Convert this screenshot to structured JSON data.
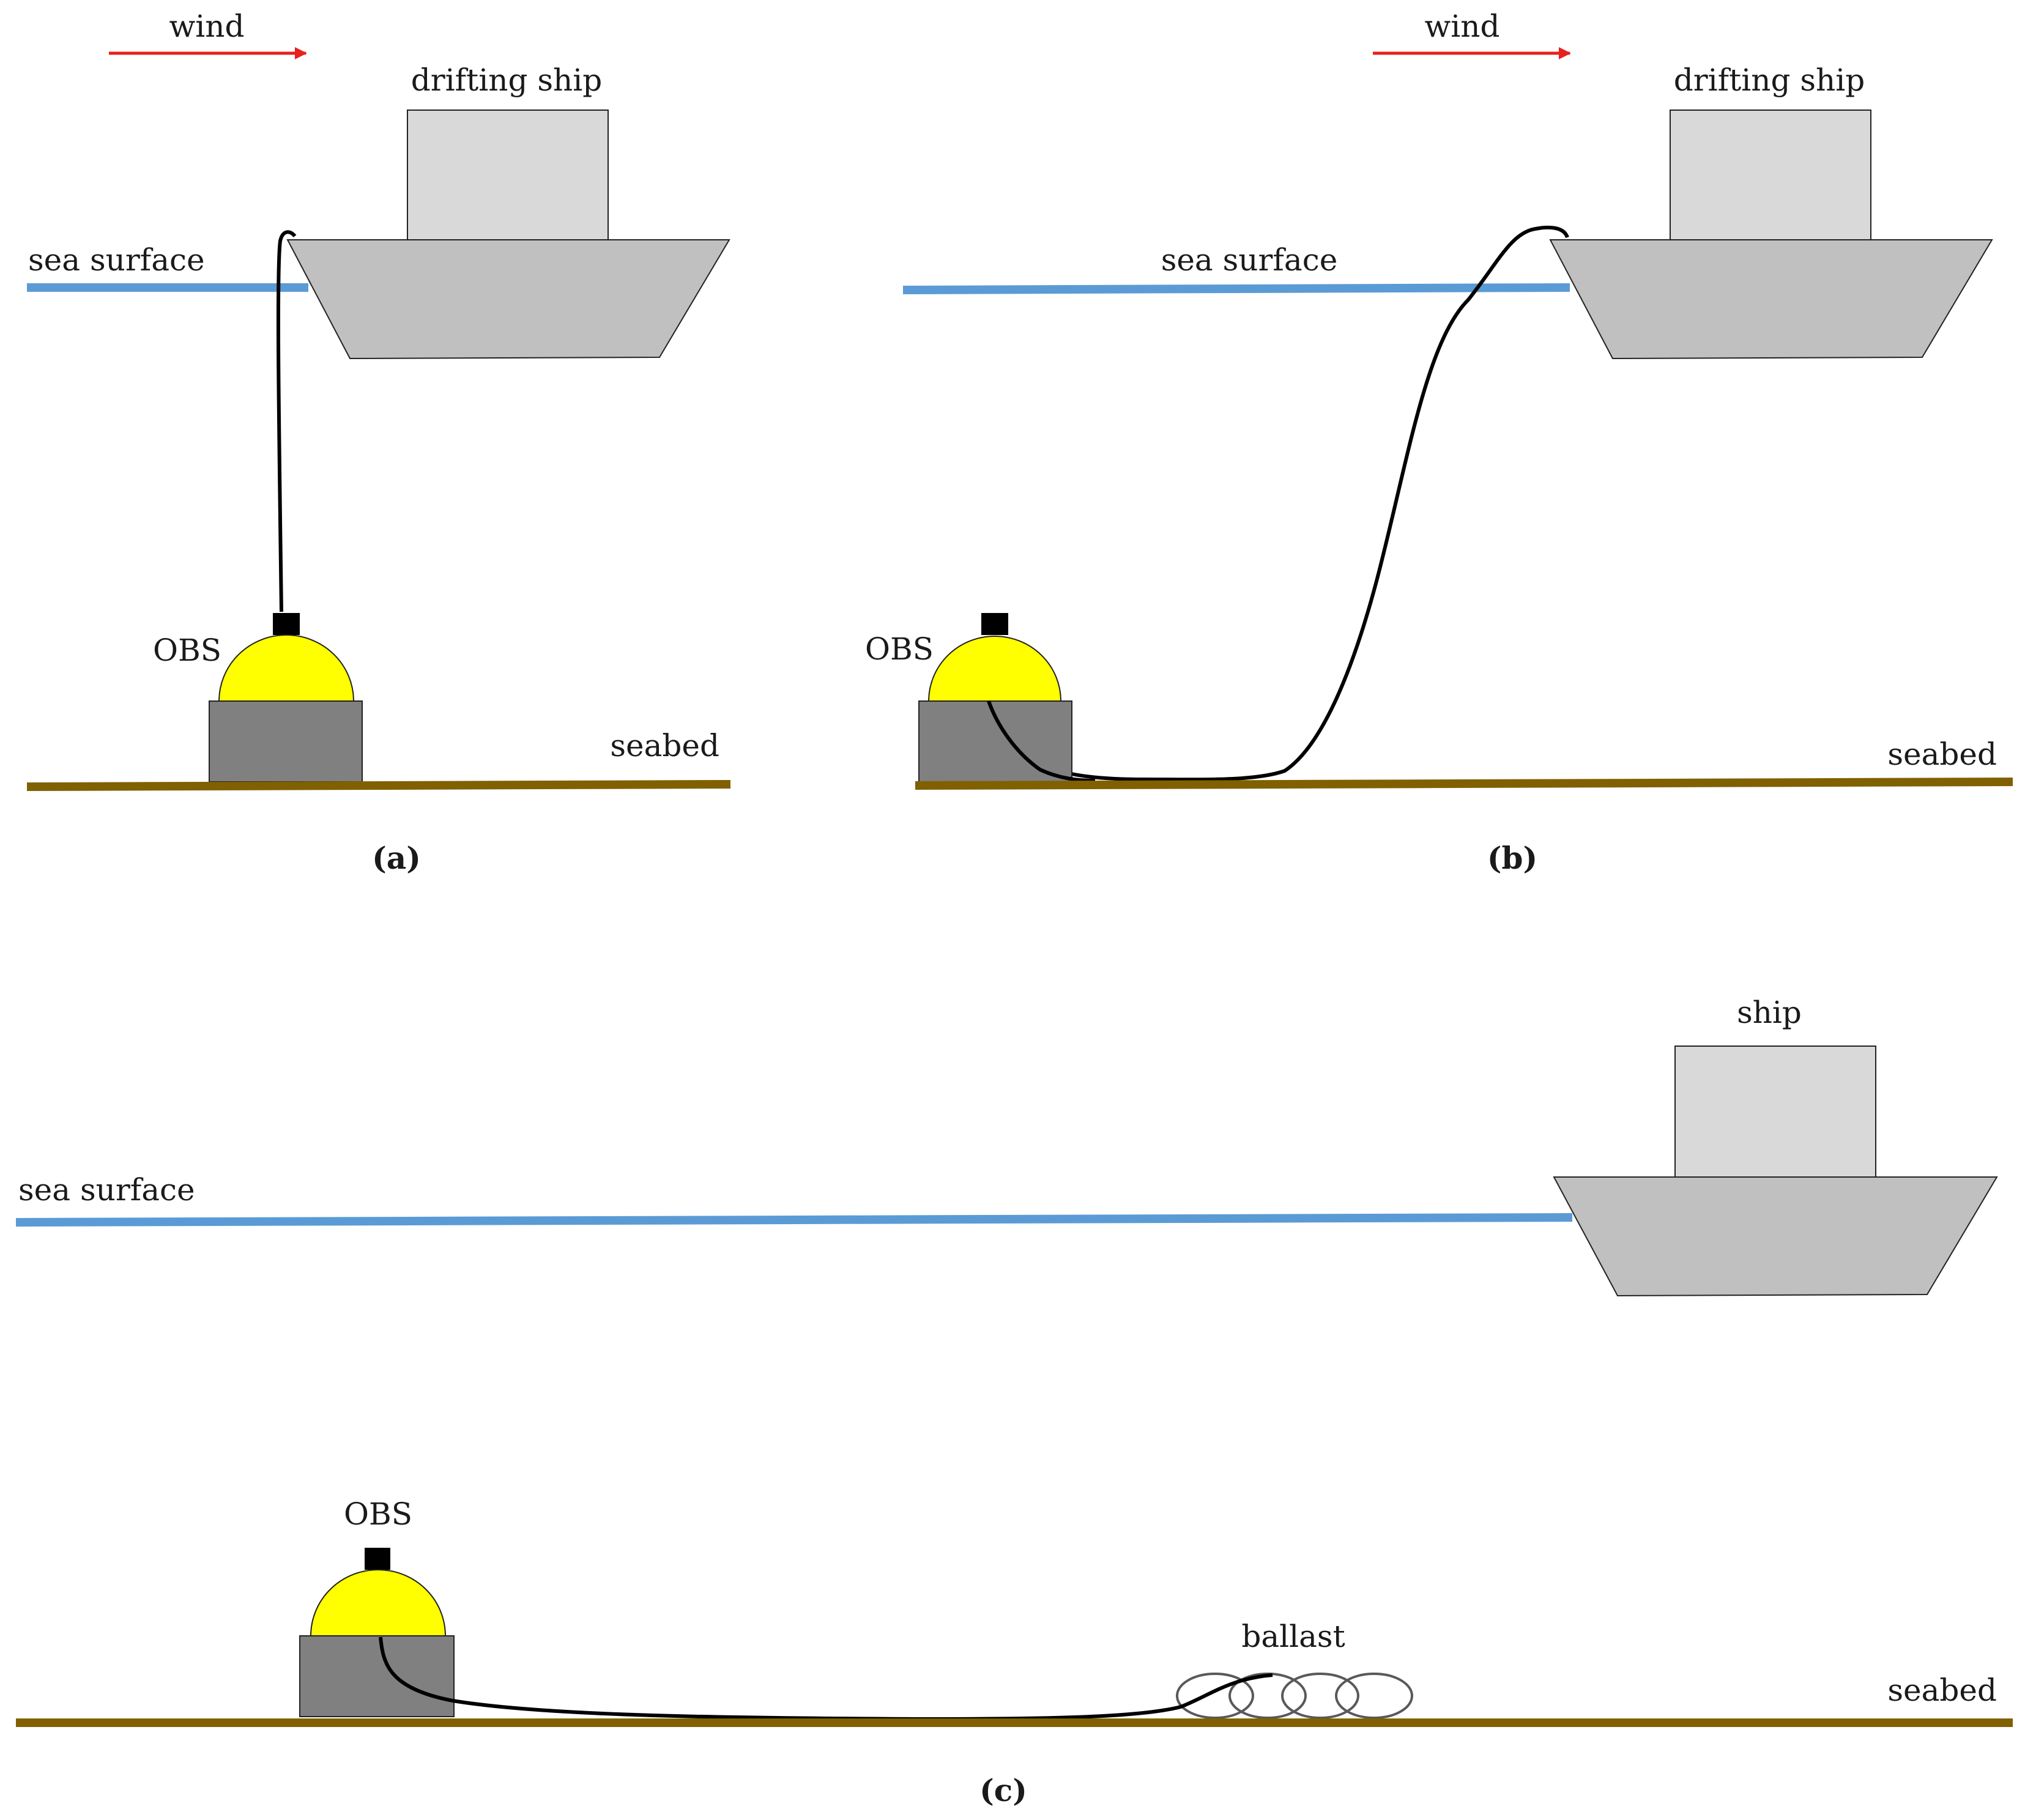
{
  "panel_a": {
    "wind": "wind",
    "ship": "drifting ship",
    "sea_surface": "sea surface",
    "obs": "OBS",
    "seabed": "seabed",
    "caption": "(a)"
  },
  "panel_b": {
    "wind": "wind",
    "ship": "drifting ship",
    "sea_surface": "sea surface",
    "obs": "OBS",
    "seabed": "seabed",
    "caption": "(b)"
  },
  "panel_c": {
    "ship": "ship",
    "sea_surface": "sea surface",
    "obs": "OBS",
    "ballast": "ballast",
    "seabed": "seabed",
    "caption": "(c)"
  },
  "colors": {
    "sea_surface": "#5b9bd5",
    "seabed": "#806000",
    "wind_arrow": "#e8201e",
    "obs_dome": "#ffff00",
    "obs_base": "#808080",
    "ship_hull": "#c0c0c0",
    "ship_cabin": "#d9d9d9",
    "cable": "#000000",
    "ballast": "#595959"
  }
}
